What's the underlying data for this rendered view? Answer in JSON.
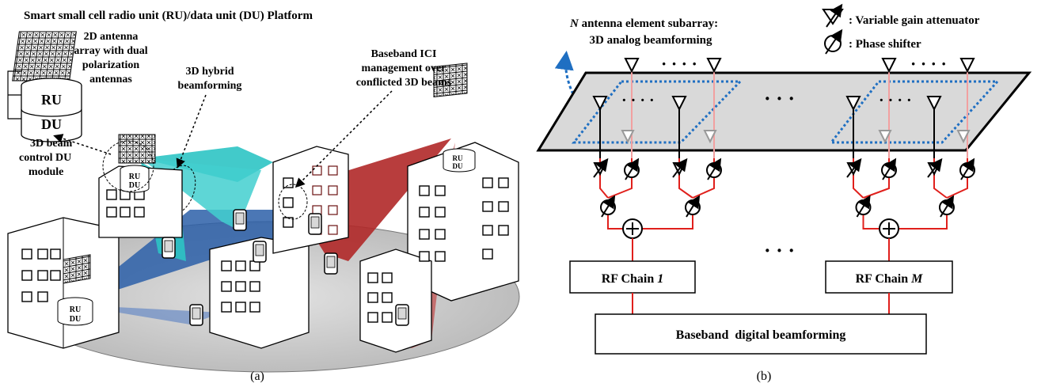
{
  "panel_a": {
    "title": "Smart small cell radio unit (RU)/data unit (DU) Platform",
    "label_2d_array": [
      "2D antenna",
      "array with dual",
      "polarization",
      "antennas"
    ],
    "label_beam_control": [
      "3D beam",
      "control DU",
      "module"
    ],
    "label_hybrid": [
      "3D hybrid",
      "beamforming"
    ],
    "label_ici": [
      "Baseband ICI",
      "management over",
      "conflicted 3D beams"
    ],
    "ru_text": "RU",
    "du_text": "DU",
    "caption": "(a)"
  },
  "panel_b": {
    "subarray_label_n": "N",
    "subarray_label_rest": " antenna element subarray:",
    "subarray_label_line2": "3D analog beamforming",
    "legend_vga": ": Variable gain attenuator",
    "legend_ps": ": Phase shifter",
    "rf_chain_1_prefix": "RF Chain ",
    "rf_chain_1_index": "1",
    "rf_chain_m_prefix": "RF Chain ",
    "rf_chain_m_index": "M",
    "baseband_label": "Baseband  digital beamforming",
    "caption": "(b)"
  },
  "colors": {
    "cyan_beam": "#2ec4c4",
    "blue_beam": "#2b5fa8",
    "red_beam": "#b02828",
    "signal_line": "#e0201c",
    "dotted_blue": "#1f6fc2",
    "ground": "#c8c8c8"
  }
}
